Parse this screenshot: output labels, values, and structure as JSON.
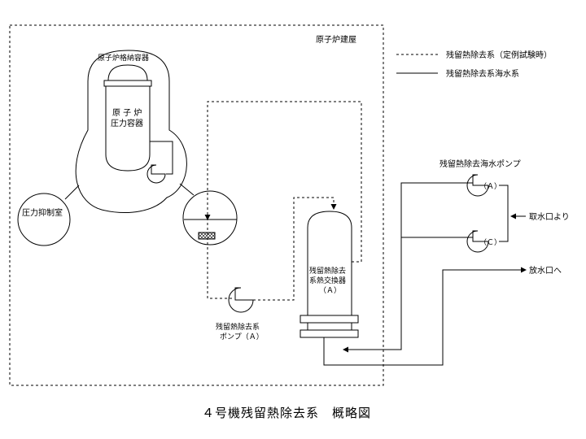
{
  "title": "４号機残留熱除去系　概略図",
  "labels": {
    "reactor_building": "原子炉建屋",
    "containment_vessel": "原子炉格納容器",
    "pressure_vessel_line1": "原 子 炉",
    "pressure_vessel_line2": "圧力容器",
    "suppression_chamber": "圧力抑制室",
    "heat_exchanger_line1": "残留熱除去",
    "heat_exchanger_line2": "系熱交換器",
    "heat_exchanger_line3": "（Ａ）",
    "rhr_pump_line1": "残留熱除去系",
    "rhr_pump_line2": "ポンプ（Ａ）",
    "seawater_pumps_title": "残留熱除去海水ポンプ",
    "seawater_pump_a": "（Ａ）",
    "seawater_pump_c": "（Ｃ）",
    "intake": "取水口より",
    "discharge": "放水口へ"
  },
  "legend": {
    "dashed": "残留熱除去系（定例試験時）",
    "solid": "残留熱除去系海水系"
  }
}
